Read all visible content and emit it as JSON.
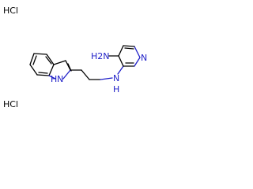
{
  "molecule": {
    "salt_top": "HCl",
    "salt_bottom": "HCl",
    "amine_label": "H2N",
    "indole_nh_label": "H",
    "indole_n_label": "N",
    "linker_n_label": "N",
    "linker_h_label": "H",
    "pyridine_n_label": "N"
  },
  "colors": {
    "bond": "#000000",
    "nitrogen": "#1f1fc8",
    "background": "#ffffff"
  }
}
